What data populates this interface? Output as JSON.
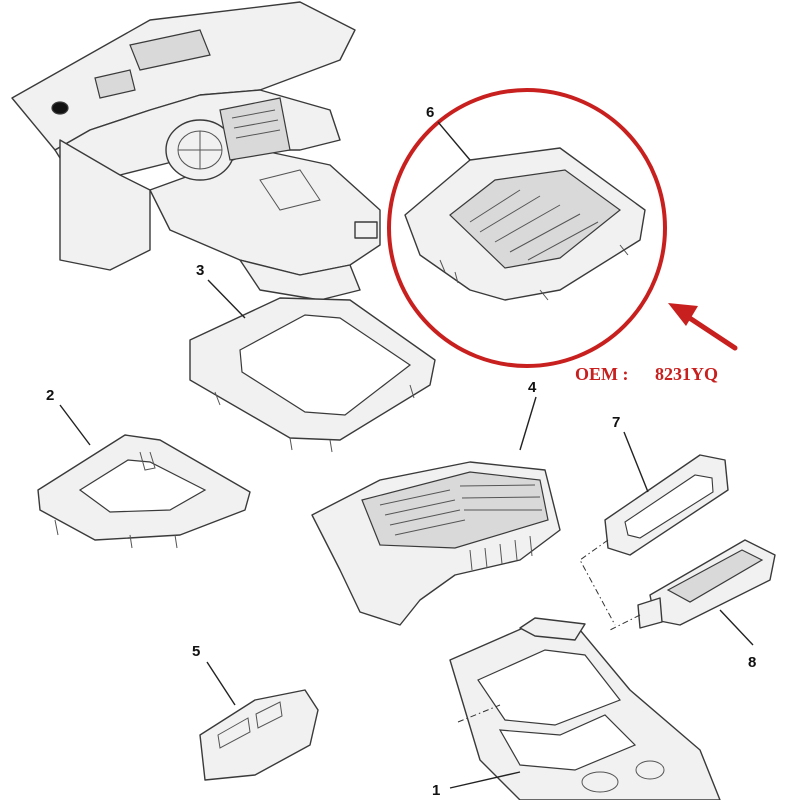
{
  "callouts": {
    "c1": "1",
    "c2": "2",
    "c3": "3",
    "c4": "4",
    "c5": "5",
    "c6": "6",
    "c7": "7",
    "c8": "8"
  },
  "oem": {
    "label": "OEM :",
    "code": "8231YQ"
  },
  "highlight_color": "#c8201e",
  "icons": {
    "pointer": "arrow-pointer-icon"
  }
}
